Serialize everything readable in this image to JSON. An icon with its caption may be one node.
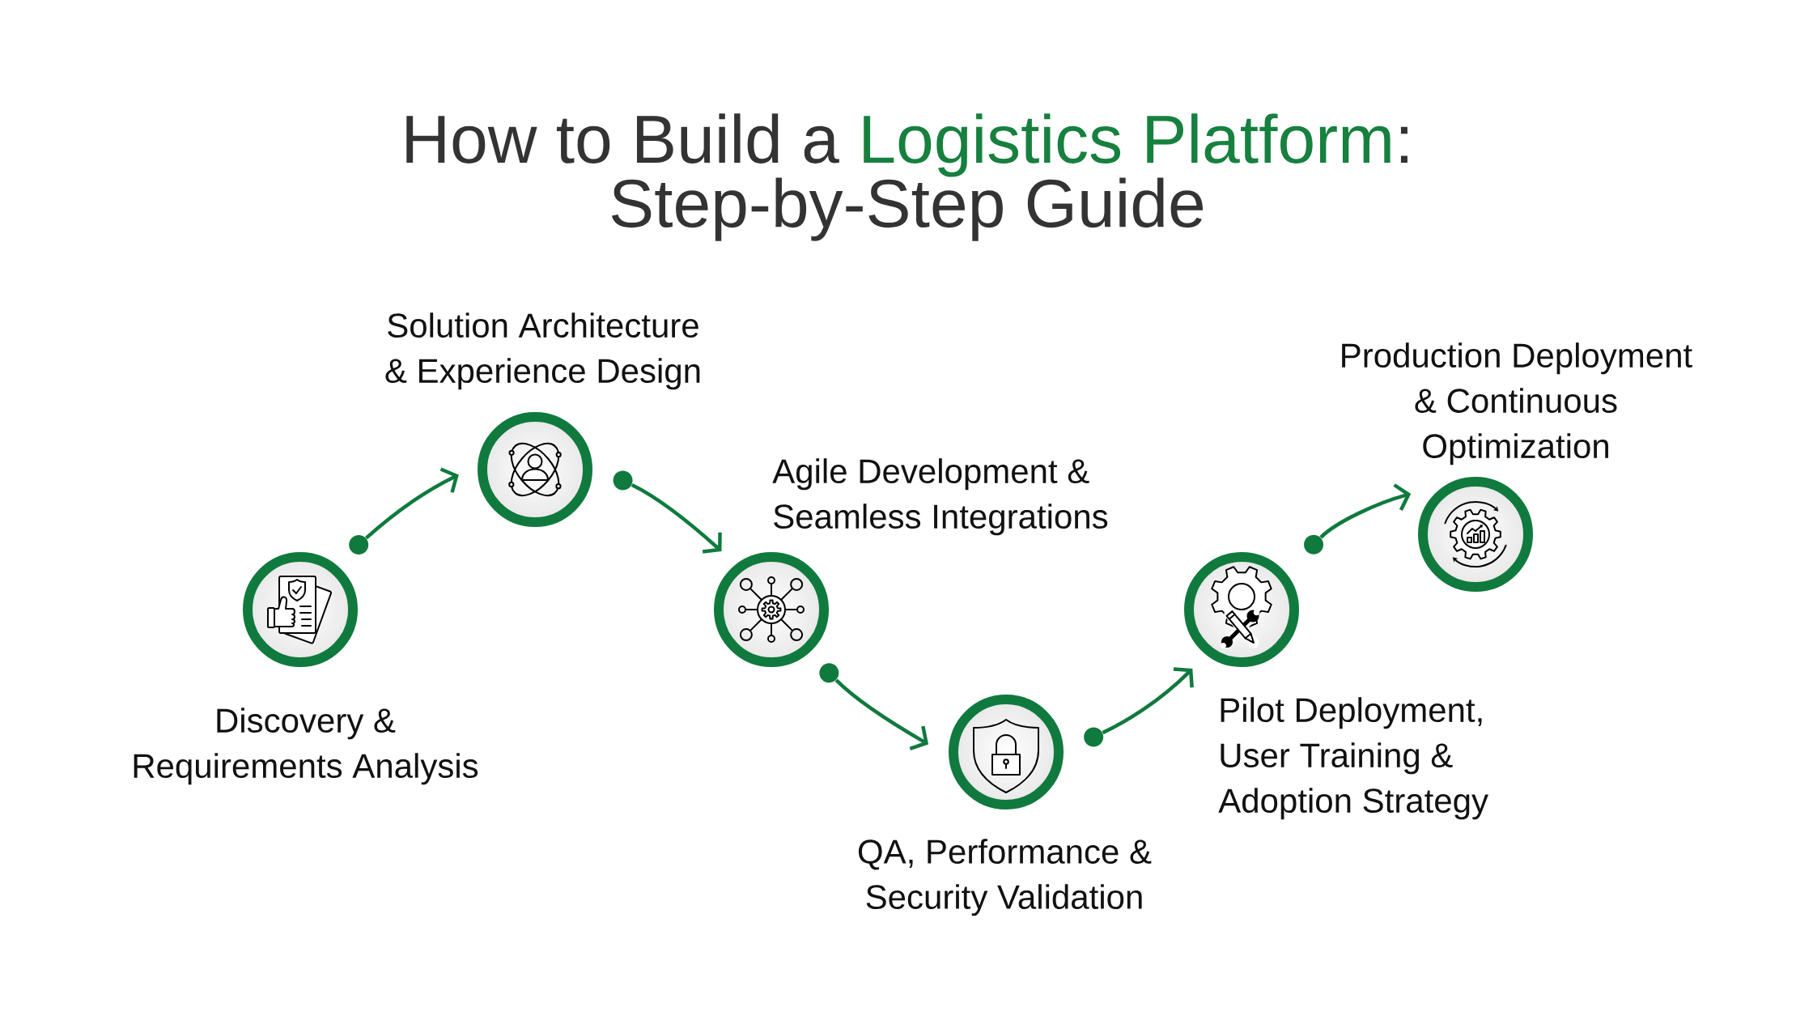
{
  "diagram": {
    "title": "How to Build a **Logistics Platform**: Step-by-Step Guide",
    "nodes": [
      {
        "text": [
          "Discovery & Requirements Analysis"
        ]
      },
      {
        "text": [
          "Solution Architecture & Experience Design"
        ]
      },
      {
        "text": [
          "Agile Development & Seamless Integrations"
        ]
      },
      {
        "text": [
          "QA, Performance & Security Validation"
        ]
      },
      {
        "text": [
          "Pilot Deployment, User Training & Adoption Strategy"
        ]
      },
      {
        "text": [
          "Production Deployment & Continuous Optimization"
        ]
      }
    ],
    "edges": [
      {
        "from": 0,
        "to": 1,
        "arrow": "to"
      },
      {
        "from": 1,
        "to": 2,
        "arrow": "to"
      },
      {
        "from": 2,
        "to": 3,
        "arrow": "to"
      },
      {
        "from": 3,
        "to": 4,
        "arrow": "to"
      },
      {
        "from": 4,
        "to": 5,
        "arrow": "to"
      }
    ]
  }
}
